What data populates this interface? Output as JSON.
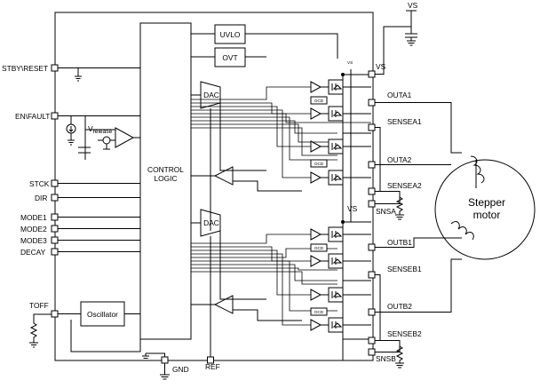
{
  "left_pins": [
    {
      "id": "stby",
      "label": "STBY\\RESET"
    },
    {
      "id": "enfault",
      "label": "EN\\FAULT"
    },
    {
      "id": "stck",
      "label": "STCK"
    },
    {
      "id": "dir",
      "label": "DIR"
    },
    {
      "id": "mode1",
      "label": "MODE1"
    },
    {
      "id": "mode2",
      "label": "MODE2"
    },
    {
      "id": "mode3",
      "label": "MODE3"
    },
    {
      "id": "decay",
      "label": "DECAY"
    },
    {
      "id": "toff",
      "label": "TOFF"
    }
  ],
  "right_pins": [
    {
      "id": "vs",
      "label": "VS"
    },
    {
      "id": "outa1",
      "label": "OUTA1"
    },
    {
      "id": "sensea1",
      "label": "SENSEA1"
    },
    {
      "id": "outa2",
      "label": "OUTA2"
    },
    {
      "id": "sensea2",
      "label": "SENSEA2"
    },
    {
      "id": "snsa",
      "label": "SNSA"
    },
    {
      "id": "outb1",
      "label": "OUTB1"
    },
    {
      "id": "senseb1",
      "label": "SENSEB1"
    },
    {
      "id": "outb2",
      "label": "OUTB2"
    },
    {
      "id": "senseb2",
      "label": "SENSEB2"
    },
    {
      "id": "snsb",
      "label": "SNSB"
    }
  ],
  "bottom_pins": {
    "gnd": "GND",
    "ref": "REF"
  },
  "blocks": {
    "control_line1": "CONTROL",
    "control_line2": "LOGIC",
    "uvlo": "UVLO",
    "ovt": "OVT",
    "dac": "DAC",
    "oscillator": "Oscillator",
    "ocd": "OCD"
  },
  "supply": {
    "vs_top": "VS",
    "vs_small": "VS"
  },
  "vrelease": {
    "main": "V",
    "sub": "release"
  },
  "motor": {
    "line1": "Stepper",
    "line2": "motor"
  }
}
